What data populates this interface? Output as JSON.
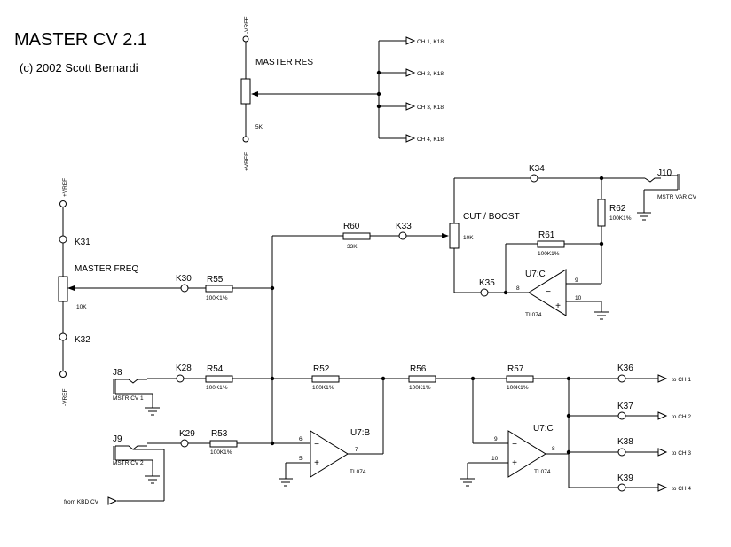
{
  "title": "MASTER CV 2.1",
  "copyright": "(c) 2002 Scott Bernardi",
  "master_res": {
    "label": "MASTER RES",
    "value": "5K",
    "top": "-VREF",
    "bottom": "+VREF"
  },
  "res_outputs": [
    "CH 1, K18",
    "CH 2, K18",
    "CH 3, K18",
    "CH 4, K18"
  ],
  "master_freq": {
    "label": "MASTER FREQ",
    "value": "10K",
    "top": "+VREF",
    "bottom": "-VREF"
  },
  "pins": {
    "k31": "K31",
    "k32": "K32",
    "k30": "K30",
    "k28": "K28",
    "k29": "K29",
    "k33": "K33",
    "k34": "K34",
    "k35": "K35",
    "k36": "K36",
    "k37": "K37",
    "k38": "K38",
    "k39": "K39"
  },
  "resistors": {
    "r55": {
      "name": "R55",
      "value": "100K1%"
    },
    "r54": {
      "name": "R54",
      "value": "100K1%"
    },
    "r53": {
      "name": "R53",
      "value": "100K1%"
    },
    "r52": {
      "name": "R52",
      "value": "100K1%"
    },
    "r56": {
      "name": "R56",
      "value": "100K1%"
    },
    "r57": {
      "name": "R57",
      "value": "100K1%"
    },
    "r60": {
      "name": "R60",
      "value": "33K"
    },
    "r61": {
      "name": "R61",
      "value": "100K1%"
    },
    "r62": {
      "name": "R62",
      "value": "100K1%"
    }
  },
  "cut_boost": {
    "label": "CUT / BOOST",
    "value": "10K"
  },
  "jacks": {
    "j8": {
      "name": "J8",
      "label": "MSTR CV 1"
    },
    "j9": {
      "name": "J9",
      "label": "MSTR CV 2"
    },
    "j10": {
      "name": "J10",
      "label": "MSTR VAR CV"
    }
  },
  "opamps": {
    "u7b": {
      "name": "U7:B",
      "part": "TL074",
      "inv": "6",
      "noninv": "5",
      "out": "7"
    },
    "u7c_a": {
      "name": "U7:C",
      "part": "TL074",
      "inv": "8",
      "noninv": "10",
      "out": "9"
    },
    "u7c_b": {
      "name": "U7:C",
      "part": "TL074",
      "inv": "9",
      "noninv": "10",
      "out": "8"
    }
  },
  "outputs": [
    "to CH 1",
    "to CH 2",
    "to CH 3",
    "to CH 4"
  ],
  "kbd_input": "from KBD CV"
}
